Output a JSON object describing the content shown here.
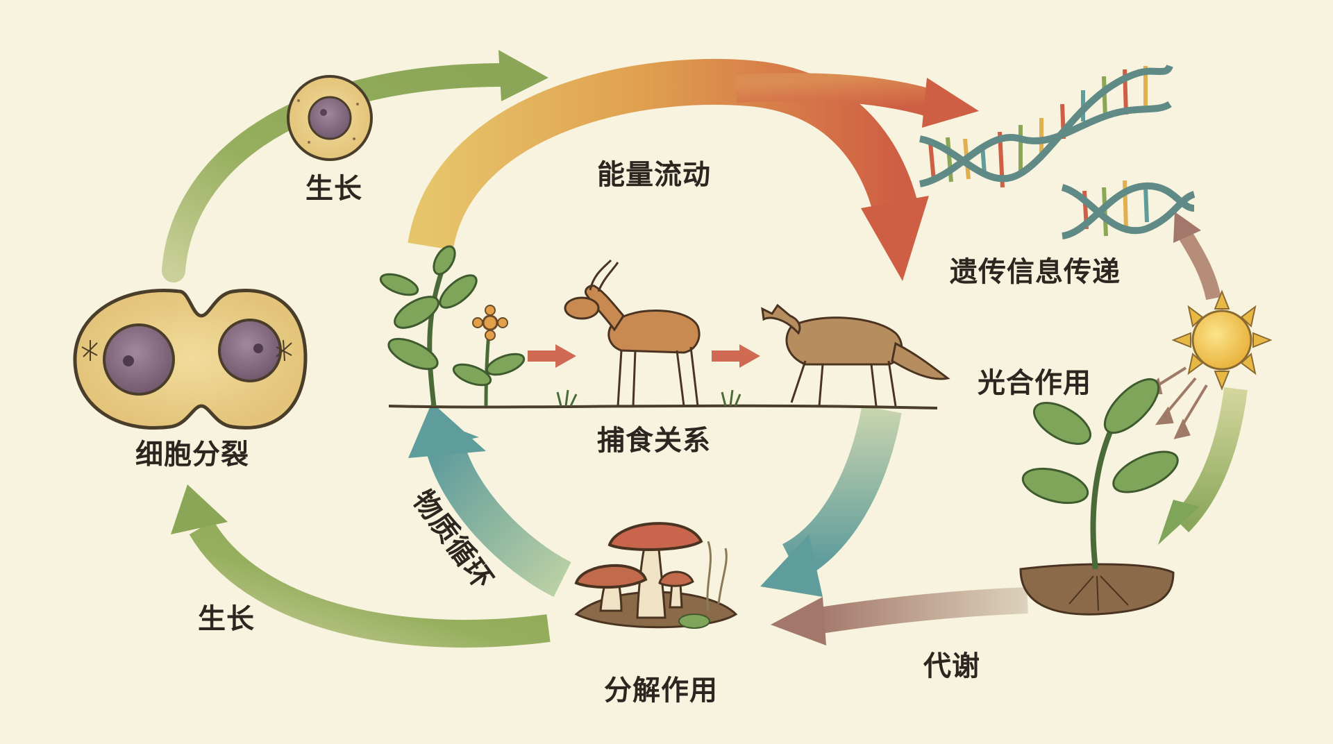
{
  "labels": {
    "growth_top": "生长",
    "cell_division": "细胞分裂",
    "energy_flow": "能量流动",
    "genetic_transfer": "遗传信息传递",
    "predation": "捕食关系",
    "photosynthesis": "光合作用",
    "material_cycle": "物质循环",
    "growth_bottom": "生长",
    "decomposition": "分解作用",
    "metabolism": "代谢"
  },
  "colors": {
    "background": "#f7f3de",
    "green_arrow": "#8aa656",
    "energy_start": "#e2b454",
    "energy_end": "#cf5f44",
    "teal_arrow": "#5f9c9c",
    "brown_arrow": "#a3786a",
    "text": "#2c2620"
  }
}
